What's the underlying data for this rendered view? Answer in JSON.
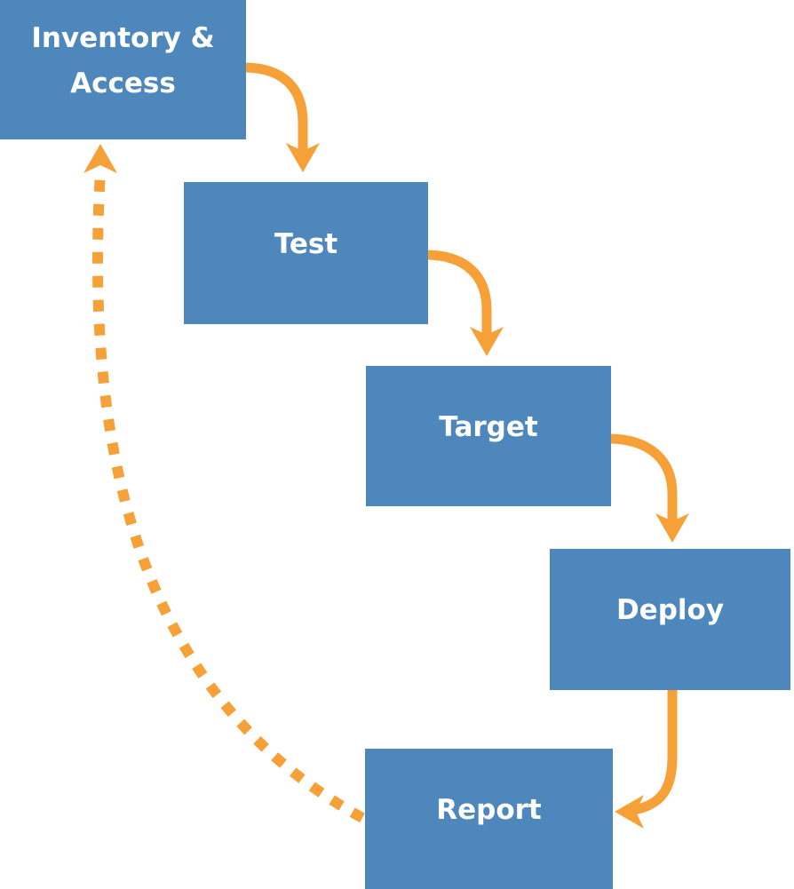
{
  "diagram": {
    "type": "process-flow",
    "background": "white",
    "colors": {
      "box": "#4E87BB",
      "arrow": "#F5A137",
      "text": "#FFFFFF",
      "background": "#FFFFFF"
    },
    "nodes": [
      {
        "id": "inventory-access",
        "label": "Inventory & Access"
      },
      {
        "id": "test",
        "label": "Test"
      },
      {
        "id": "target",
        "label": "Target"
      },
      {
        "id": "deploy",
        "label": "Deploy"
      },
      {
        "id": "report",
        "label": "Report"
      }
    ],
    "connectors": [
      {
        "from": "inventory-access",
        "to": "test",
        "style": "solid",
        "shape": "curved-elbow-down"
      },
      {
        "from": "test",
        "to": "target",
        "style": "solid",
        "shape": "curved-elbow-down"
      },
      {
        "from": "target",
        "to": "deploy",
        "style": "solid",
        "shape": "curved-elbow-down"
      },
      {
        "from": "deploy",
        "to": "report",
        "style": "solid",
        "shape": "curved-elbow-left"
      },
      {
        "from": "report",
        "to": "inventory-access",
        "style": "dashed",
        "shape": "long-curve-up"
      }
    ]
  }
}
